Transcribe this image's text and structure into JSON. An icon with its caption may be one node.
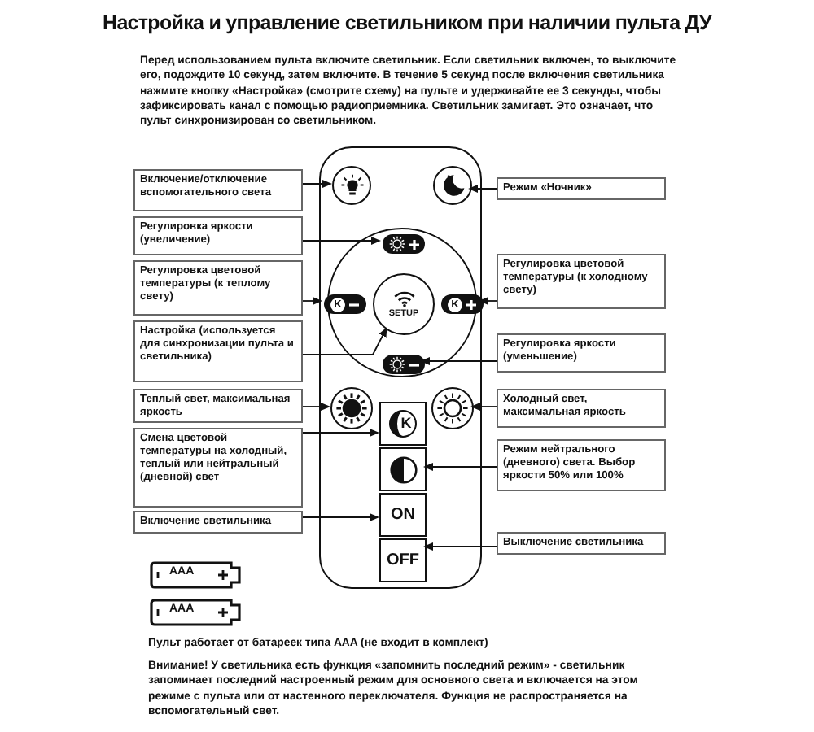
{
  "diagram": {
    "title": "Настройка и управление светильником при наличии пульта ДУ",
    "nodes": [
      {
        "text": [
          "Включение/отключение вспомогательного света"
        ]
      },
      {
        "text": [
          "Регулировка яркости (увеличение)"
        ]
      },
      {
        "text": [
          "Регулировка цветовой температуры (к теплому свету)"
        ]
      },
      {
        "text": [
          "Настройка (используется для синхронизации пульта и светильника)"
        ]
      },
      {
        "text": [
          "Теплый свет, максимальная яркость"
        ]
      },
      {
        "text": [
          "Смена цветовой температуры на холодный, теплый или нейтральный (дневной) свет"
        ]
      },
      {
        "text": [
          "Включение светильника"
        ]
      },
      {
        "text": [],
        "shape": "box"
      },
      {
        "text": [],
        "shape": "circle",
        "in": 7
      },
      {
        "text": [],
        "shape": "circle",
        "in": 7
      },
      {
        "text": [],
        "shape": "circle",
        "in": 7
      },
      {
        "text": [],
        "shape": "box",
        "in": 10
      },
      {
        "text": [
          "K"
        ],
        "in": 10
      },
      {
        "text": [
          "SETUP"
        ],
        "in": 10
      },
      {
        "text": [
          "K"
        ],
        "in": 10
      },
      {
        "text": [],
        "shape": "box",
        "in": 10
      },
      {
        "text": [],
        "shape": "circle",
        "in": 7
      },
      {
        "text": [],
        "shape": "circle",
        "in": 7
      },
      {
        "text": [
          "K"
        ],
        "in": 7
      },
      {
        "text": [],
        "shape": "box",
        "in": 7
      },
      {
        "text": [
          "ON"
        ],
        "in": 7
      },
      {
        "text": [
          "OFF"
        ],
        "in": 7
      },
      {
        "text": [
          "Режим «Ночник»"
        ]
      },
      {
        "text": [
          "Регулировка цветовой температуры (к холодному свету)"
        ]
      },
      {
        "text": [
          "Регулировка яркости (уменьшение)"
        ]
      },
      {
        "text": [
          "Холодный свет, максимальная яркость"
        ]
      },
      {
        "text": [
          "Режим нейтрального (дневного) света. Выбор яркости 50% или 100%"
        ]
      },
      {
        "text": [
          "Выключение светильника"
        ]
      }
    ],
    "edges": [
      {
        "from": 0,
        "to": 8,
        "arrow": "to"
      },
      {
        "from": 1,
        "to": 11,
        "arrow": "to"
      },
      {
        "from": 2,
        "to": 12,
        "arrow": "to"
      },
      {
        "from": 3,
        "to": 13,
        "arrow": "to"
      },
      {
        "from": 4,
        "to": 16,
        "arrow": "to"
      },
      {
        "from": 5,
        "to": 18,
        "arrow": "to"
      },
      {
        "from": 6,
        "to": 20,
        "arrow": "to"
      },
      {
        "from": 22,
        "to": 9,
        "arrow": "to"
      },
      {
        "from": 23,
        "to": 14,
        "arrow": "to"
      },
      {
        "from": 24,
        "to": 15,
        "arrow": "to"
      },
      {
        "from": 25,
        "to": 17,
        "arrow": "to"
      },
      {
        "from": 26,
        "to": 19,
        "arrow": "to"
      },
      {
        "from": 27,
        "to": 21,
        "arrow": "to"
      }
    ],
    "labels": [
      "Перед использованием пульта включите светильник. Если светильник включен, то выключите его, подождите 10 секунд, затем включите. В течение 5 секунд после включения светильника нажмите кнопку «Настройка» (смотрите схему) на пульте и удерживайте ее 3 секунды, чтобы зафиксировать канал с помощью радиоприемника. Светильник замигает. Это означает, что пульт синхронизирован со светильником.",
      "AAA",
      "AAA",
      "Пульт работает от батареек типа AAA (не входит в комплект)",
      "Внимание! У светильника есть функция «запомнить последний режим» - светильник запоминает последний настроенный режим для основного света и включается на этом режиме с пульта или от настенного переключателя. Функция не распространяется на вспомогательный свет."
    ]
  }
}
